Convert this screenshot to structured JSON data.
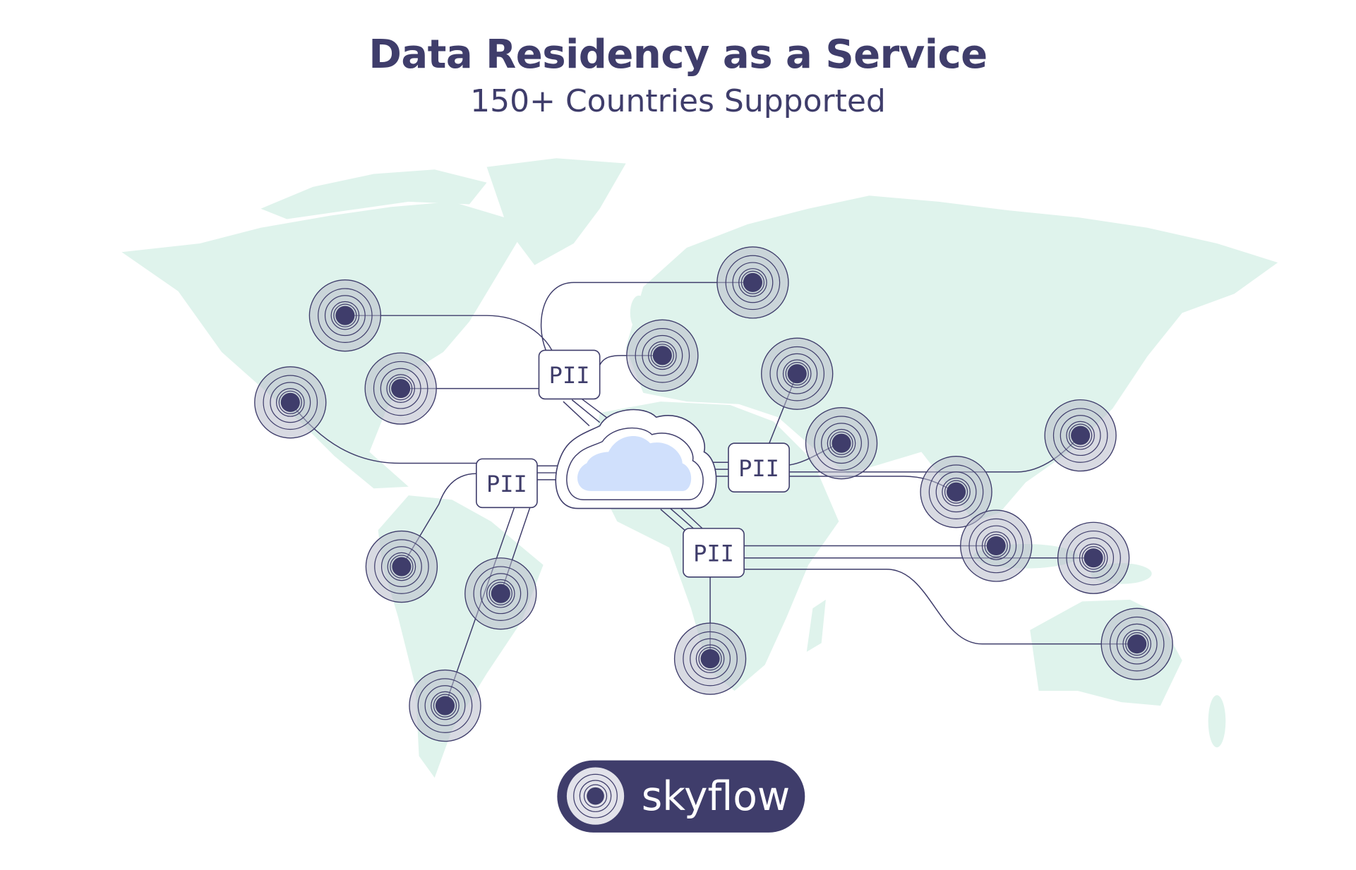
{
  "header": {
    "title": "Data Residency as a Service",
    "subtitle": "150+ Countries Supported"
  },
  "nodes": {
    "pii_label": "PII",
    "hub_icon": "cloud-icon",
    "target_icon": "location-target-icon"
  },
  "logo": {
    "text": "skyflow",
    "icon": "skyflow-rings-icon"
  },
  "colors": {
    "primary": "#3f3d6b",
    "map": "#dff3ec",
    "cloud": "#d0e0fc",
    "target_halo": "#cfd3dd"
  }
}
